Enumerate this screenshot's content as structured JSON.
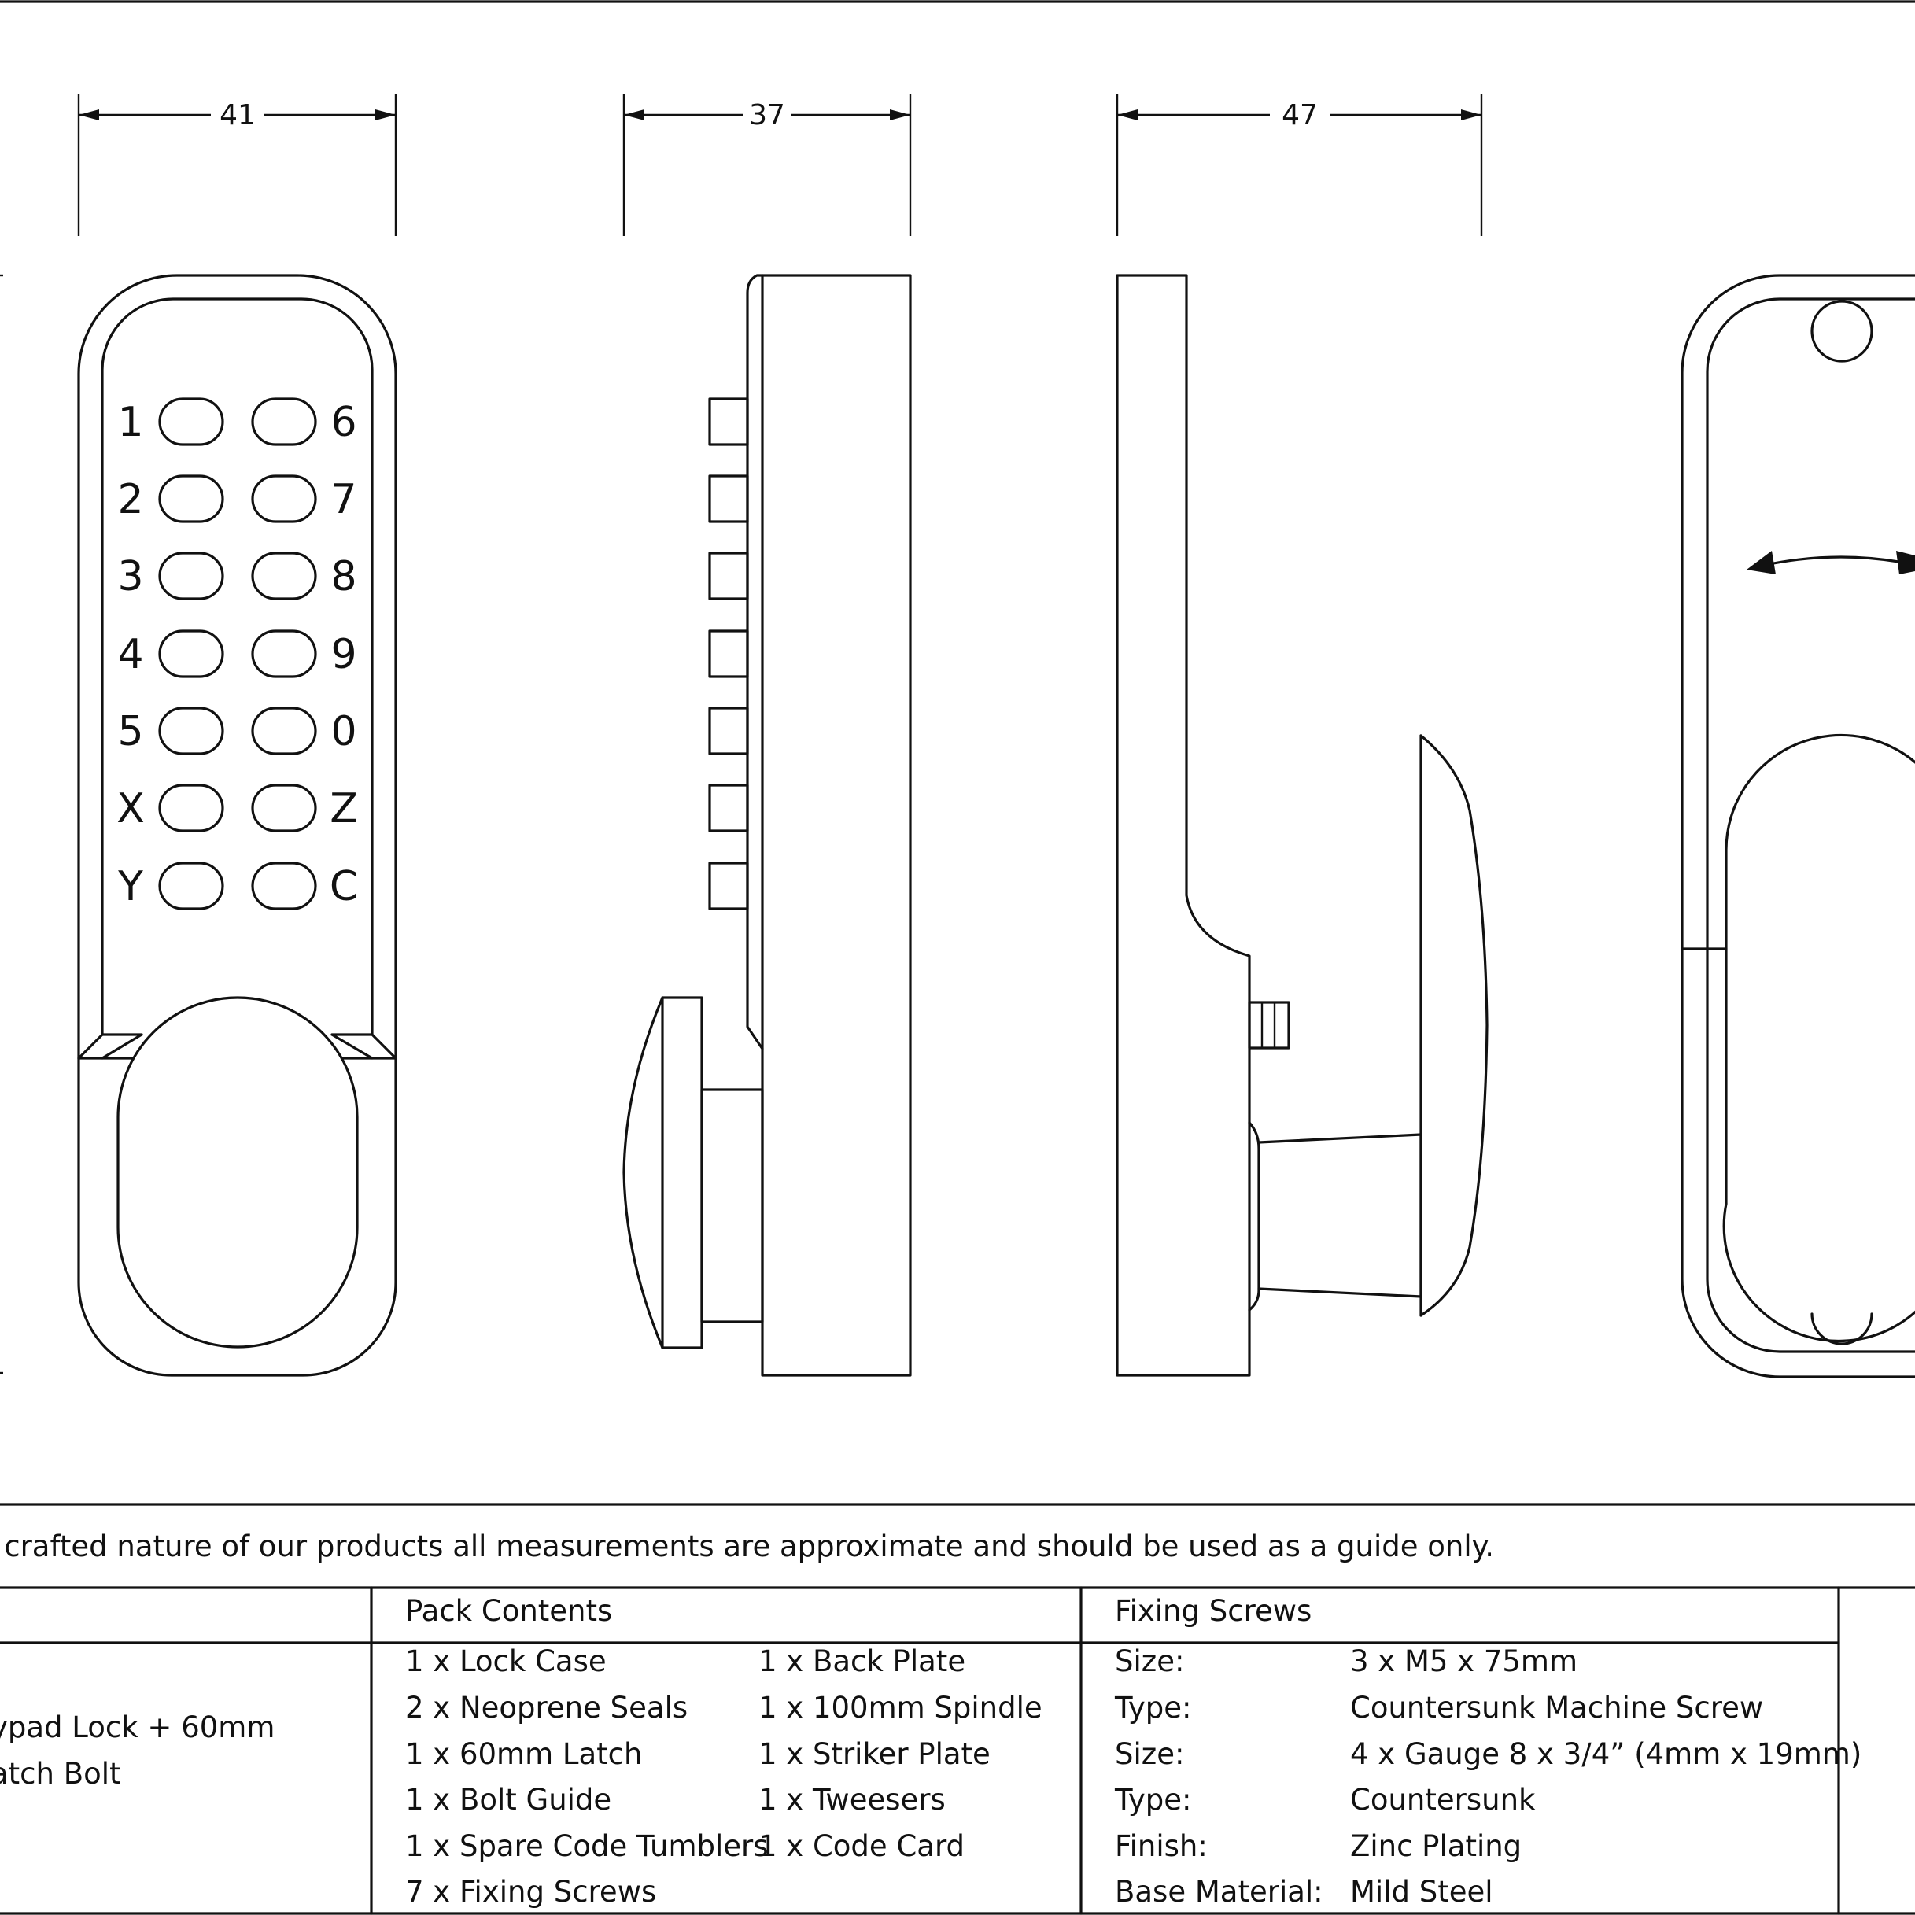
{
  "dimensions": {
    "front_width": "41",
    "side_width": "37",
    "profile_width": "47"
  },
  "keypad": {
    "left_column": [
      "1",
      "2",
      "3",
      "4",
      "5",
      "X",
      "Y"
    ],
    "right_column": [
      "6",
      "7",
      "8",
      "9",
      "0",
      "Z",
      "C"
    ]
  },
  "disclaimer": "d crafted nature of our products all measurements are approximate and should be used as a guide only.",
  "product": {
    "description_lines": [
      "ypad Lock + 60mm",
      "atch Bolt"
    ]
  },
  "pack_contents": {
    "header": "Pack Contents",
    "col1": [
      "1 x Lock Case",
      "2 x Neoprene Seals",
      "1 x 60mm Latch",
      "1 x Bolt Guide",
      "1 x Spare Code Tumblers",
      "7 x Fixing Screws"
    ],
    "col2": [
      "1 x Back Plate",
      "1 x 100mm Spindle",
      "1 x Striker Plate",
      "1 x Tweesers",
      "1 x Code Card"
    ]
  },
  "fixing_screws": {
    "header": "Fixing Screws",
    "rows": [
      {
        "label": "Size:",
        "value": "3 x M5 x 75mm"
      },
      {
        "label": "Type:",
        "value": "Countersunk Machine Screw"
      },
      {
        "label": "Size:",
        "value": "4 x Gauge 8 x 3/4” (4mm x 19mm)"
      },
      {
        "label": "Type:",
        "value": "Countersunk"
      },
      {
        "label": "Finish:",
        "value": "Zinc Plating"
      },
      {
        "label": "Base Material:",
        "value": "Mild Steel"
      }
    ]
  },
  "colors": {
    "line": "#111111",
    "background": "#ffffff"
  }
}
